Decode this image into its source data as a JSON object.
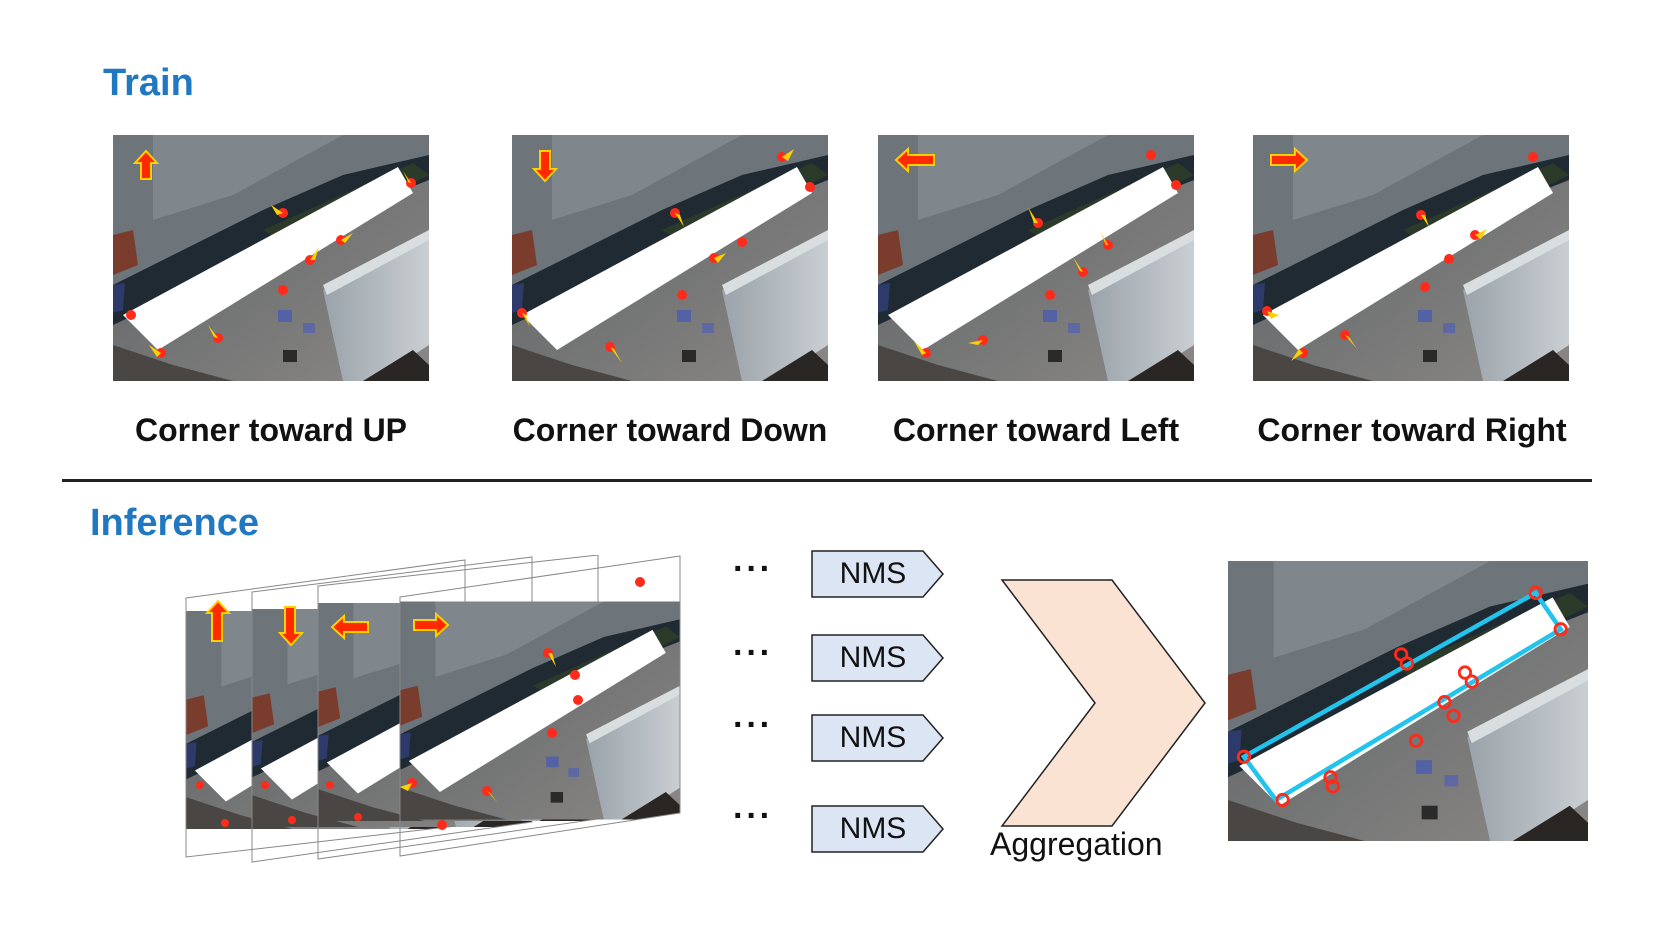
{
  "train": {
    "title": "Train",
    "panels": [
      {
        "caption": "Corner toward UP",
        "arrow": "up"
      },
      {
        "caption": "Corner toward Down",
        "arrow": "down"
      },
      {
        "caption": "Corner toward Left",
        "arrow": "left"
      },
      {
        "caption": "Corner toward Right",
        "arrow": "right"
      }
    ]
  },
  "inference": {
    "title": "Inference",
    "ellipsis": [
      "···",
      "···",
      "···",
      "···"
    ],
    "nms_labels": [
      "NMS",
      "NMS",
      "NMS",
      "NMS"
    ],
    "aggregation_label": "Aggregation"
  },
  "colors": {
    "title_blue": "#1f78c1",
    "nms_fill": "#dce5f4",
    "aggregation_fill": "#fbe3d4",
    "corner_marker": "#ff2b1a",
    "arrow_fill": "#ff2a00",
    "arrow_outline": "#ffd000",
    "polygon_outline": "#22c4ee"
  }
}
